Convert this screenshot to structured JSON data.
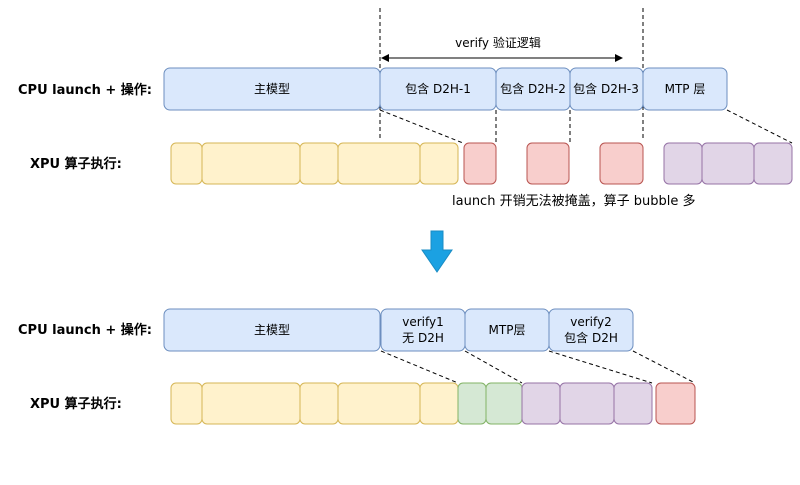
{
  "colors": {
    "cpu_fill": "#dae8fc",
    "cpu_stroke": "#6c8ebf",
    "yellow_fill": "#fff2cc",
    "yellow_stroke": "#d6b656",
    "red_fill": "#f8cecc",
    "red_stroke": "#b85450",
    "purple_fill": "#e1d5e7",
    "purple_stroke": "#9673a6",
    "green_fill": "#d5e8d4",
    "green_stroke": "#82b366",
    "arrow_fill": "#1ba1e2"
  },
  "top": {
    "cpu_label": "CPU launch + 操作:",
    "xpu_label": "XPU 算子执行:",
    "verify_label": "verify 验证逻辑",
    "cpu_boxes": [
      "主模型",
      "包含 D2H-1",
      "包含 D2H-2",
      "包含 D2H-3",
      "MTP 层"
    ],
    "note": "launch 开销无法被掩盖，算子 bubble 多"
  },
  "bottom": {
    "cpu_label": "CPU launch + 操作:",
    "xpu_label": "XPU 算子执行:",
    "cpu_boxes": [
      {
        "line1": "主模型",
        "line2": ""
      },
      {
        "line1": "verify1",
        "line2": "无 D2H"
      },
      {
        "line1": "MTP层",
        "line2": ""
      },
      {
        "line1": "verify2",
        "line2": "包含 D2H"
      }
    ]
  }
}
